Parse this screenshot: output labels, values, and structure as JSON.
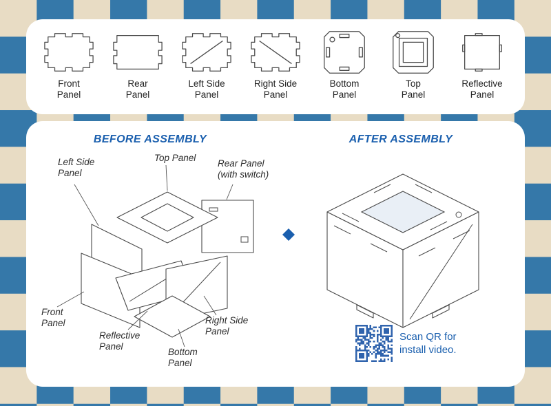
{
  "colors": {
    "checker_blue": "#3578a9",
    "checker_beige": "#e8dcc4",
    "card": "#ffffff",
    "heading": "#1a5fae",
    "diagram_line": "#4a4a4a",
    "label": "#222222",
    "qr": "#2f63ad"
  },
  "panel_strip": {
    "items": [
      {
        "icon": "front-panel-icon",
        "label": "Front\nPanel"
      },
      {
        "icon": "rear-panel-icon",
        "label": "Rear\nPanel"
      },
      {
        "icon": "left-side-panel-icon",
        "label": "Left Side\nPanel"
      },
      {
        "icon": "right-side-panel-icon",
        "label": "Right Side\nPanel"
      },
      {
        "icon": "bottom-panel-icon",
        "label": "Bottom\nPanel"
      },
      {
        "icon": "top-panel-icon",
        "label": "Top\nPanel"
      },
      {
        "icon": "reflective-panel-icon",
        "label": "Reflective\nPanel"
      }
    ]
  },
  "assembly": {
    "before_title": "BEFORE ASSEMBLY",
    "after_title": "AFTER ASSEMBLY",
    "labels": {
      "left_side": "Left Side\nPanel",
      "top": "Top Panel",
      "rear": "Rear Panel\n(with switch)",
      "front": "Front\nPanel",
      "reflective": "Reflective\nPanel",
      "bottom": "Bottom\nPanel",
      "right_side": "Right Side\nPanel"
    },
    "qr_caption": "Scan QR for\ninstall video."
  }
}
